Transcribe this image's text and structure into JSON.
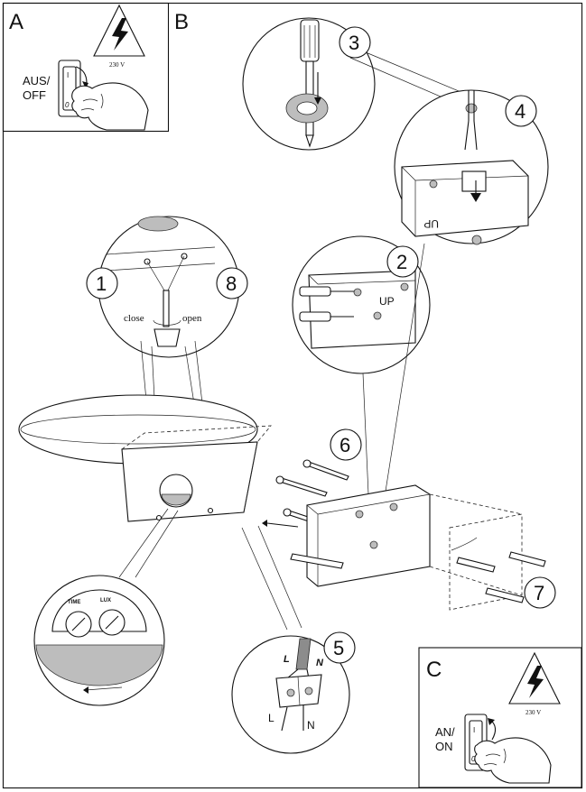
{
  "panels": {
    "a": {
      "letter": "A",
      "switch_label": "AUS/\nOFF",
      "switch_label_line1": "AUS/",
      "switch_label_line2": "OFF",
      "voltage": "230 V",
      "switch_on_mark": "I",
      "switch_off_mark": "0"
    },
    "b": {
      "letter": "B"
    },
    "c": {
      "letter": "C",
      "switch_label_line1": "AN/",
      "switch_label_line2": "ON",
      "voltage": "230 V",
      "switch_on_mark": "I",
      "switch_off_mark": "0"
    }
  },
  "steps": [
    "1",
    "2",
    "3",
    "4",
    "5",
    "6",
    "7",
    "8"
  ],
  "detail_labels": {
    "close": "close",
    "open": "open",
    "up_step2": "UP",
    "up_step4": "UP",
    "wire_l_top": "L",
    "wire_n_top": "N",
    "wire_l_bottom": "L",
    "wire_n_bottom": "N",
    "dial_time": "TIME",
    "dial_lux": "LUX"
  },
  "colors": {
    "line": "#111111",
    "shade": "#bdbdbd",
    "dark_shade": "#8c8c8c",
    "background": "#ffffff"
  },
  "icons": [
    "high-voltage-icon",
    "wall-switch-icon",
    "hand-icon",
    "screwdriver-icon",
    "arrow-icon"
  ]
}
